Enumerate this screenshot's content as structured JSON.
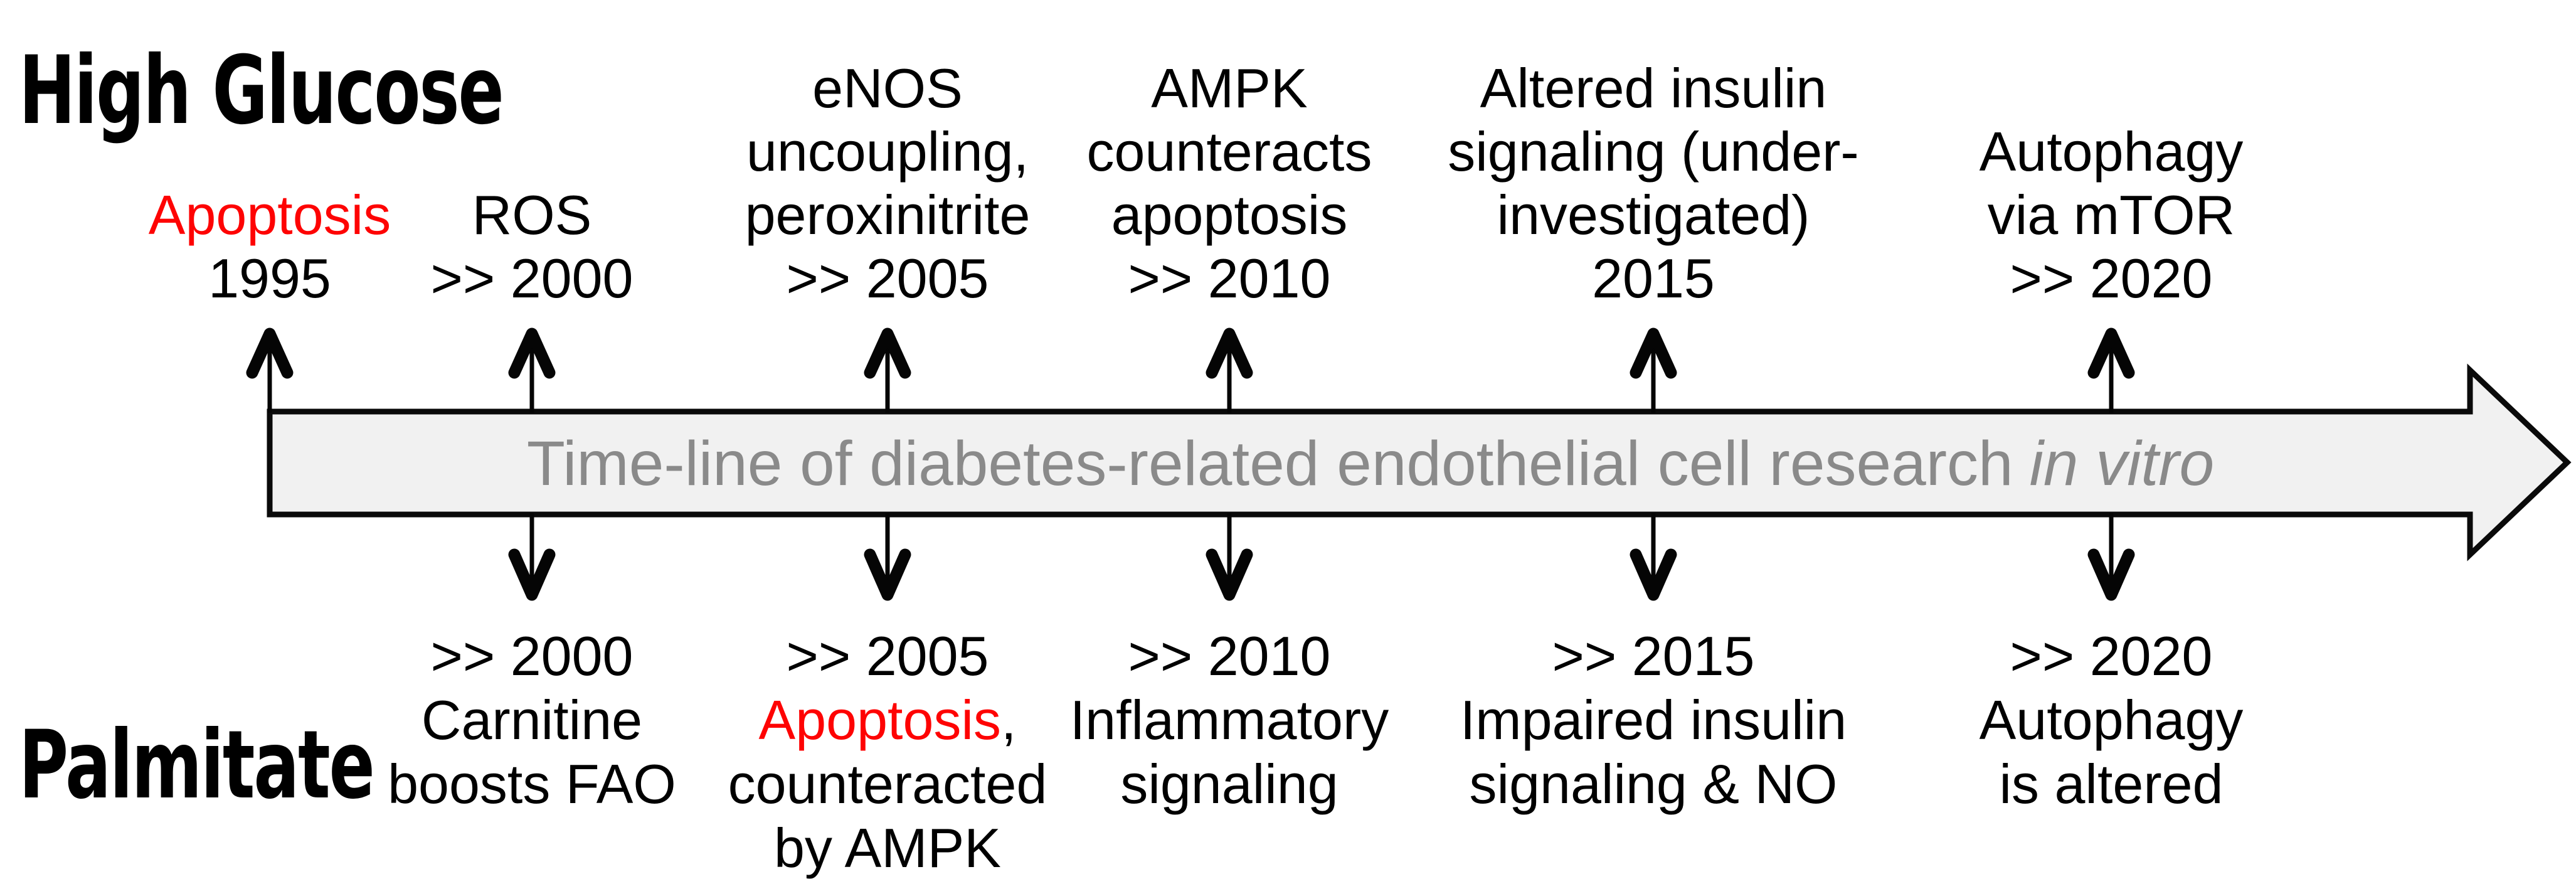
{
  "condition_labels": {
    "high_glucose": "High Glucose",
    "palmitate": "Palmitate"
  },
  "timeline": {
    "label_regular": "Time-line of diabetes-related endothelial cell research",
    "label_italic": "in vitro",
    "body_fill": "#f1f1f1",
    "outline_color": "#0a0a0a",
    "text_color": "#8a8a8a"
  },
  "colors": {
    "highlight_red": "#fe0303",
    "default_text": "#000000"
  },
  "top_events": [
    {
      "red_word": "Apoptosis",
      "line2": "1995"
    },
    {
      "lines": [
        "ROS",
        ">> 2000"
      ]
    },
    {
      "lines": [
        "eNOS",
        "uncoupling,",
        "peroxinitrite",
        ">> 2005"
      ]
    },
    {
      "lines": [
        "AMPK",
        "counteracts",
        "apoptosis",
        ">> 2010"
      ]
    },
    {
      "lines": [
        "Altered insulin",
        "signaling (under-",
        "investigated)",
        "2015"
      ]
    },
    {
      "lines": [
        "Autophagy",
        "via mTOR",
        ">> 2020"
      ]
    }
  ],
  "bottom_events": [
    {
      "lines": [
        ">> 2000",
        "Carnitine",
        "boosts FAO"
      ]
    },
    {
      "line1": ">> 2005",
      "red_word": "Apoptosis",
      "red_suffix": ",",
      "line3": "counteracted",
      "line4": "by AMPK"
    },
    {
      "lines": [
        ">> 2010",
        "Inflammatory",
        "signaling"
      ]
    },
    {
      "lines": [
        ">> 2015",
        "Impaired insulin",
        "signaling & NO"
      ]
    },
    {
      "lines": [
        ">> 2020",
        "Autophagy",
        "is altered"
      ]
    }
  ]
}
